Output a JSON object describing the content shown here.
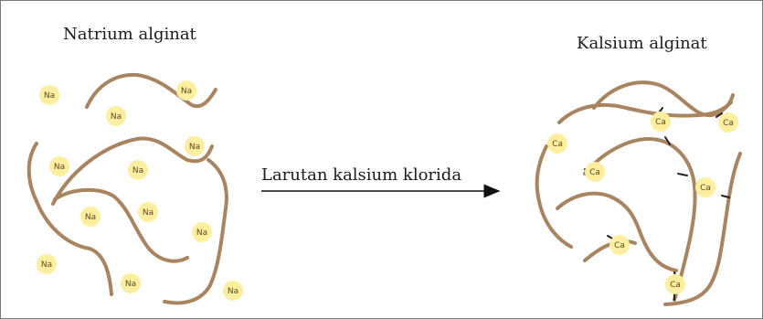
{
  "left_panel": {
    "title": "Natrium alginat",
    "ion_label": "Na"
  },
  "right_panel": {
    "title": "Kalsium alginat",
    "ion_label": "Ca"
  },
  "arrow": {
    "label": "Larutan kalsium klorida"
  },
  "colors": {
    "strand": "#a88461",
    "ion_fill": "#fdeea0",
    "bond": "#222222",
    "border": "#7a7a7a"
  }
}
